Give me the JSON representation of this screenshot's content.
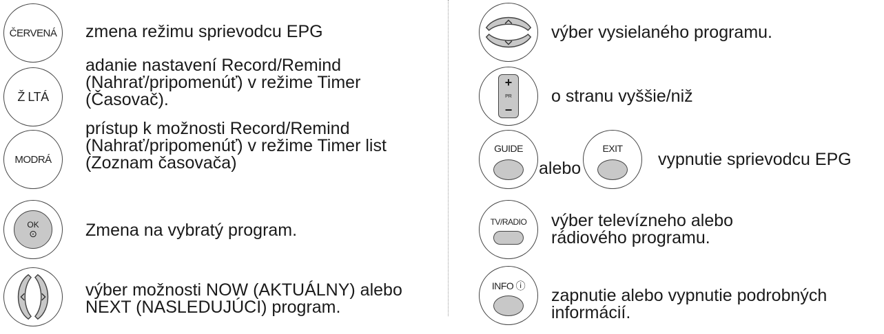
{
  "left": {
    "red": {
      "button": "ČERVENÁ",
      "text": "zmena režimu sprievodcu EPG"
    },
    "yellow": {
      "button": "Ž LTÁ",
      "lines": [
        "adanie nastavení Record/Remind",
        "(Nahrať/pripomenúť) v režime Timer",
        "(Časovač)."
      ]
    },
    "blue": {
      "button": "MODRÁ",
      "lines": [
        "prístup k možnosti Record/Remind",
        "(Nahrať/pripomenúť) v režime Timer list",
        "(Zoznam časovača)"
      ]
    },
    "ok": {
      "button": "OK",
      "text": "Zmena na vybratý program."
    },
    "leftright": {
      "lines": [
        "výber možnosti NOW (AKTUÁLNY) alebo",
        "NEXT (NASLEDUJÚCI) program."
      ]
    }
  },
  "right": {
    "updown": {
      "text": "výber vysielaného programu."
    },
    "pr": {
      "plus": "+",
      "label": "PR",
      "minus": "−",
      "text": "o  stranu vyššie/niž"
    },
    "guide": {
      "button": "GUIDE",
      "or": "alebo",
      "exit_button": "EXIT",
      "text": "vypnutie sprievodcu EPG"
    },
    "tvradio": {
      "button": "TV/RADIO",
      "lines": [
        "výber televízneho alebo",
        "rádiového programu."
      ]
    },
    "info": {
      "button": "INFO",
      "lines": [
        "zapnutie alebo vypnutie podrobných",
        "informácií."
      ]
    }
  }
}
